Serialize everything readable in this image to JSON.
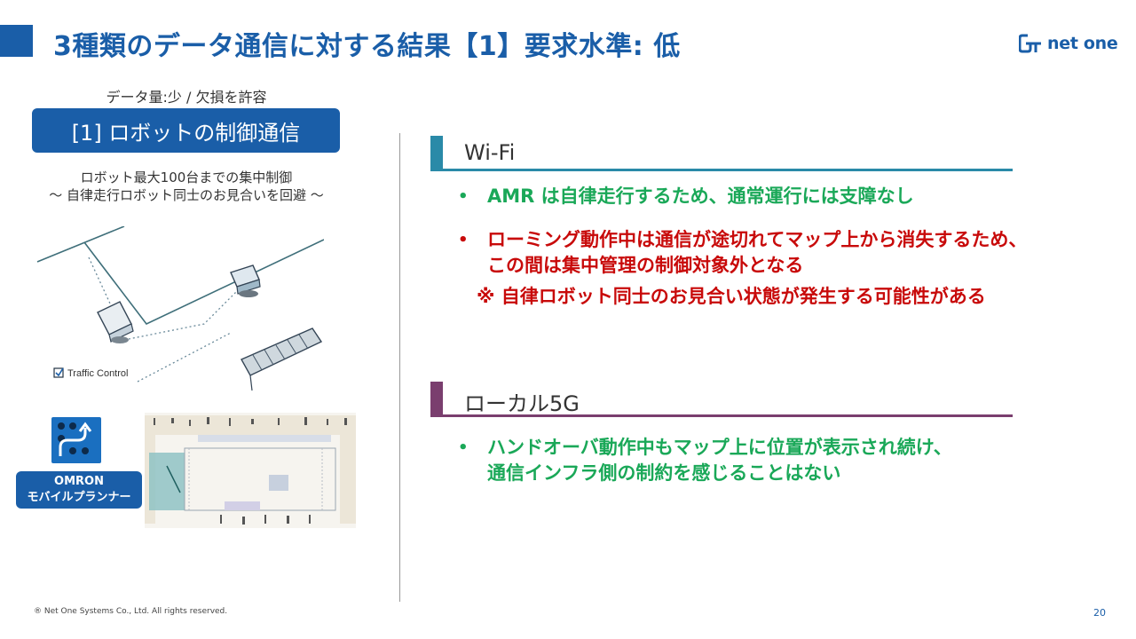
{
  "header": {
    "title": "3種類のデータ通信に対する結果【1】要求水準: 低",
    "logo_text": "net one"
  },
  "left": {
    "data_note": "データ量:少 / 欠損を許容",
    "robot_box": "[1] ロボットの制御通信",
    "desc_line1": "ロボット最大100台までの集中制御",
    "desc_line2": "〜 自律走行ロボット同士のお見合いを回避 〜",
    "traffic_control_label": "Traffic Control",
    "omron_line1": "OMRON",
    "omron_line2": "モバイルプランナー"
  },
  "wifi": {
    "heading": "Wi-Fi",
    "bullet1": "AMR は自律走行するため、通常運行には支障なし",
    "bullet2_line1": "ローミング動作中は通信が途切れてマップ上から消失するため、",
    "bullet2_line2": "この間は集中管理の制御対象外となる",
    "note": "※ 自律ロボット同士のお見合い状態が発生する可能性がある"
  },
  "local5g": {
    "heading": "ローカル5G",
    "bullet1_line1": "ハンドオーバ動作中もマップ上に位置が表示され続け、",
    "bullet1_line2": "通信インフラ側の制約を感じることはない"
  },
  "footer": {
    "copyright": "® Net One Systems Co., Ltd. All rights reserved.",
    "page_number": "20"
  },
  "colors": {
    "brand_blue": "#1a5ea8",
    "wifi_accent": "#2a8aa8",
    "local5g_accent": "#7a3e6e",
    "positive_green": "#1aa858",
    "warning_red": "#c80a0a"
  }
}
